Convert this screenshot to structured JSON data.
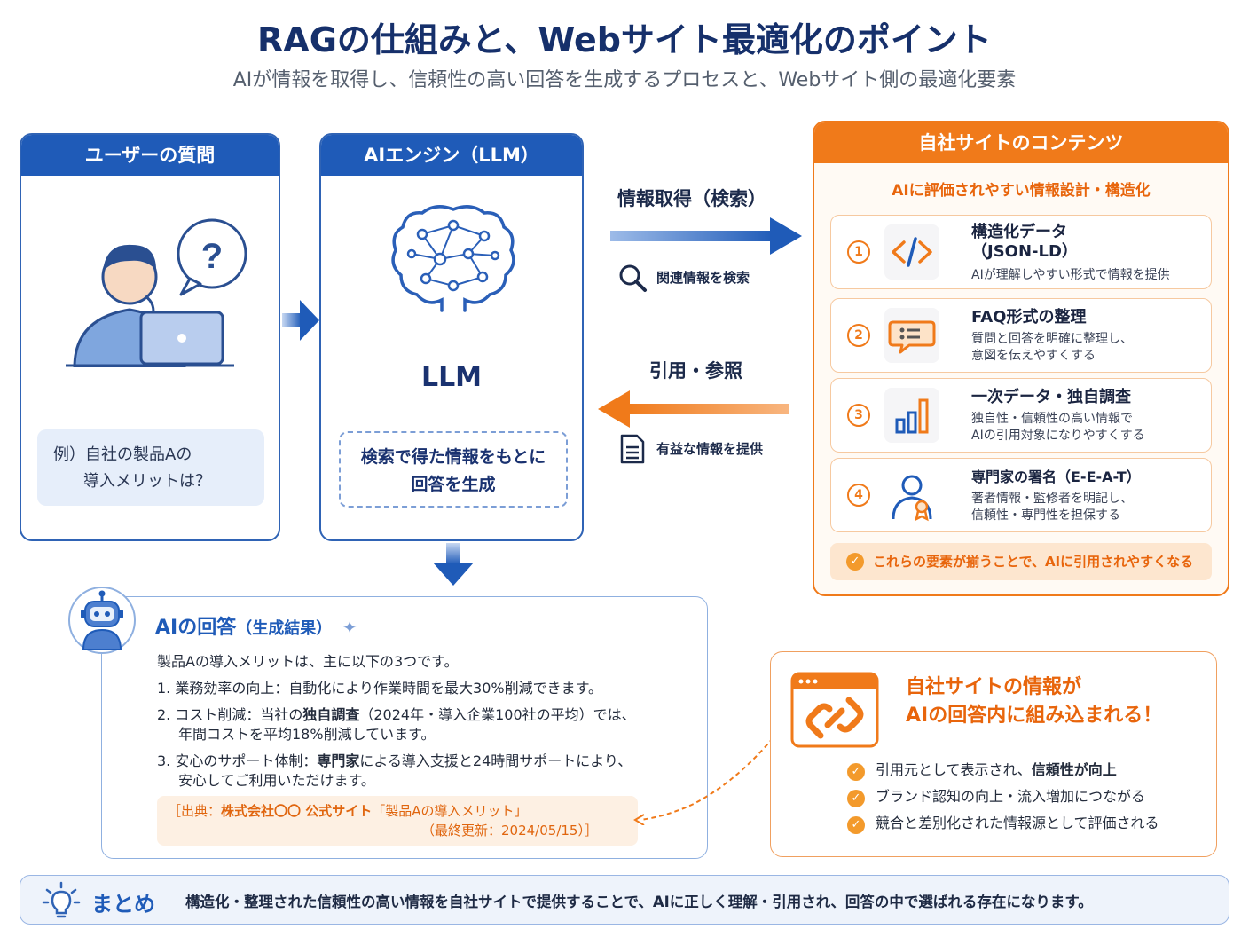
{
  "title": "RAGの仕組みと、Webサイト最適化のポイント",
  "subtitle": "AIが情報を取得し、信頼性の高い回答を生成するプロセスと、Webサイト側の最適化要素",
  "user_panel": {
    "heading": "ユーザーの質問",
    "example_line1": "例）自社の製品Aの",
    "example_line2": "導入メリットは？"
  },
  "llm_panel": {
    "heading": "AIエンジン（LLM）",
    "label": "LLM",
    "box_line1": "検索で得た情報をもとに",
    "box_line2": "回答を生成"
  },
  "flow": {
    "retrieve_label": "情報取得（検索）",
    "retrieve_sub": "関連情報を検索",
    "cite_label": "引用・参照",
    "cite_sub": "有益な情報を提供"
  },
  "site_panel": {
    "heading": "自社サイトのコンテンツ",
    "subheading": "AIに評価されやすい情報設計・構造化",
    "items": [
      {
        "num": "1",
        "title1": "構造化データ",
        "title2": "（JSON-LD）",
        "desc1": "AIが理解しやすい形式で情報を提供",
        "desc2": ""
      },
      {
        "num": "2",
        "title1": "FAQ形式の整理",
        "title2": "",
        "desc1": "質問と回答を明確に整理し、",
        "desc2": "意図を伝えやすくする"
      },
      {
        "num": "3",
        "title1": "一次データ・独自調査",
        "title2": "",
        "desc1": "独自性・信頼性の高い情報で",
        "desc2": "AIの引用対象になりやすくする"
      },
      {
        "num": "4",
        "title1": "専門家の署名（E-E-A-T）",
        "title2": "",
        "desc1": "著者情報・監修者を明記し、",
        "desc2": "信頼性・専門性を担保する"
      }
    ],
    "note": "これらの要素が揃うことで、AIに引用されやすくなる"
  },
  "answer_panel": {
    "heading": "AIの回答",
    "heading_sub": "（生成結果）",
    "intro": "製品Aの導入メリットは、主に以下の3つです。",
    "item1": "1.  業務効率の向上：自動化により作業時間を最大30%削減できます。",
    "item2_a": "2.  コスト削減：当社の",
    "item2_b": "独自調査",
    "item2_c": "（2024年・導入企業100社の平均）では、",
    "item2_line2": "年間コストを平均18%削減しています。",
    "item3_a": "3.  安心のサポート体制：",
    "item3_b": "専門家",
    "item3_c": "による導入支援と24時間サポートにより、",
    "item3_line2": "安心してご利用いただけます。",
    "source_line1": "［出典：",
    "source_company": "株式会社〇〇 公式サイト",
    "source_line1_rest": "「製品Aの導入メリット」",
    "source_line2": "（最終更新：2024/05/15）］"
  },
  "integration_panel": {
    "title_line1": "自社サイトの情報が",
    "title_line2": "AIの回答内に組み込まれる！",
    "items": [
      {
        "a": "引用元として表示され、",
        "b": "信頼性が向上"
      },
      {
        "a": "ブランド認知の向上・流入増加につながる",
        "b": ""
      },
      {
        "a": "競合と差別化された情報源として評価される",
        "b": ""
      }
    ]
  },
  "summary": {
    "label": "まとめ",
    "text": "構造化・整理された信頼性の高い情報を自社サイトで提供することで、AIに正しく理解・引用され、回答の中で選ばれる存在になります。"
  },
  "colors": {
    "navy": "#16306b",
    "blue": "#1f5bb8",
    "orange": "#f07a1a"
  }
}
